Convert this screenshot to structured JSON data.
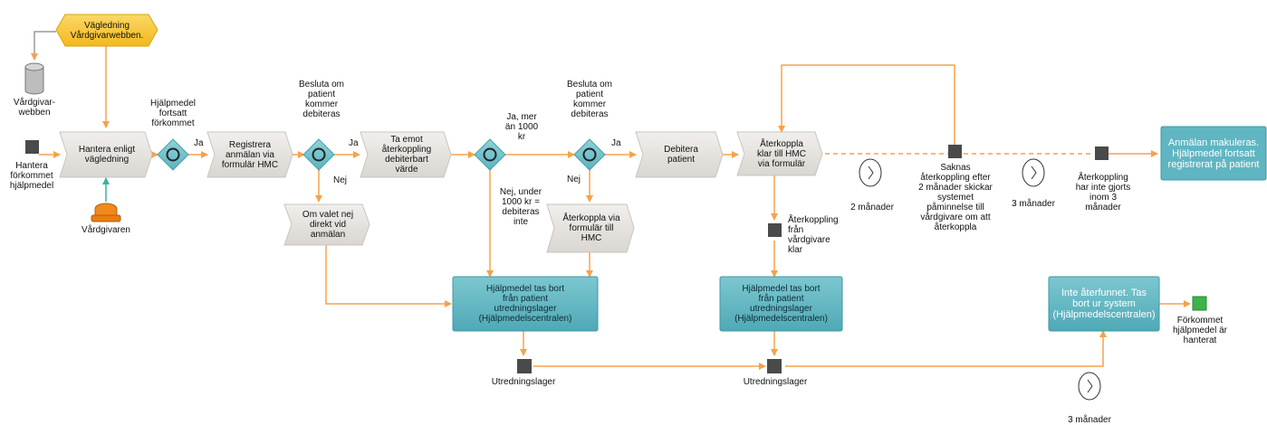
{
  "nodes": {
    "guide_box": "Vägledning\nVårdgivarwebben.",
    "db_label": "Vårdgivar-\nwebben",
    "start_label": "Hantera\nförkommet\nhjälpmedel",
    "handle": "Hantera enligt\nvägledning",
    "caregiver_label": "Vårdgivaren",
    "gw1_label": "Hjälpmedel\nfortsatt\nförkommet",
    "gw1_yes": "Ja",
    "register": "Registrera\nanmälan via\nformulär HMC",
    "gw2_label": "Besluta om\npatient\nkommer\ndebiteras",
    "gw2_yes": "Ja",
    "gw2_no": "Nej",
    "receive": "Ta emot\nåterkoppling\ndebiterbart\nvärde",
    "no_direct": "Om valet nej\ndirekt vid\nanmälan",
    "gw3_yes": "Ja, mer\nän 1000\nkr",
    "gw3_no": "Nej, under\n1000 kr =\ndebiteras\ninte",
    "gw4_label": "Besluta om\npatient\nkommer\ndebiteras",
    "gw4_yes": "Ja",
    "gw4_no": "Nej",
    "charge": "Debitera\npatient",
    "feedback_form": "Återkoppla via\nformulär till\nHMC",
    "remove1": "Hjälpmedel tas bort\nfrån patient\nutredningslager\n(Hjälpmedelscentralen)",
    "storage1": "Utredningslager",
    "feedback_ready": "Återkoppla\nklar till HMC\nvia formulär",
    "timer1": "2 månader",
    "event_feedback": "Återkoppling\nfrån\nvårdgivare\nklar",
    "remove2": "Hjälpmedel tas bort\nfrån patient\nutredningslager\n(Hjälpmedelscentralen)",
    "storage2": "Utredningslager",
    "reminder": "Saknas\nåterkoppling efter\n2 månader skickar\nsystemet\npåminnelse till\nvårdgivare om att\nåterkoppla",
    "timer2": "3 månader",
    "no_feedback": "Återkoppling\nhar inte gjorts\ninom 3\nmånader",
    "cancelled": "Anmälan makuleras.\nHjälpmedel fortsatt\nregistrerat på patient",
    "not_found": "Inte återfunnet. Tas\nbort ur system\n(Hjälpmedelscentralen)",
    "end_label": "Förkommet\nhjälpmedel är\nhanterat",
    "timer3": "3 månader"
  },
  "colors": {
    "flow": "#F5A24A",
    "event": "#4A4A4A",
    "gateway": "#74C2CC",
    "process": "#E8E5E1",
    "org_unit": "#5FB6C2",
    "end_event": "#3DB34A",
    "hexagon": "#F6C634",
    "role": "#F08A1C",
    "info_arrow": "#39B3A6"
  },
  "icons": [
    "database-icon",
    "caregiver-role-icon",
    "timer-icon",
    "xor-gateway-icon"
  ]
}
